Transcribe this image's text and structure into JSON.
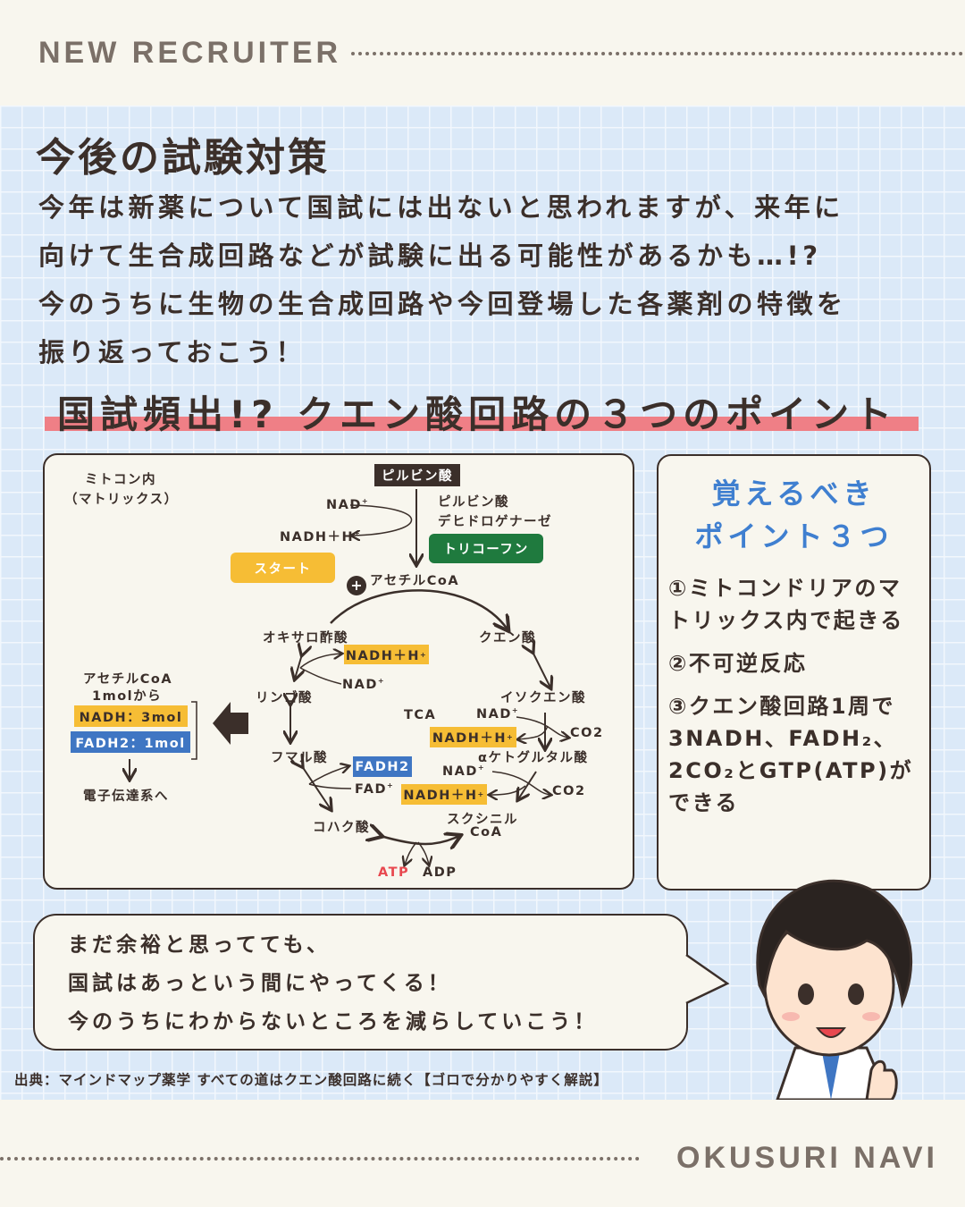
{
  "header": {
    "brand": "NEW RECRUITER"
  },
  "footer": {
    "brand": "OKUSURI NAVI"
  },
  "section": {
    "title": "今後の試験対策",
    "lines": [
      "今年は新薬について国試には出ないと思われますが、来年に",
      "向けて生合成回路などが試験に出る可能性があるかも…!?",
      "今のうちに生物の生合成回路や今回登場した各薬剤の特徴を",
      "振り返っておこう！"
    ]
  },
  "heading2": "国試頻出!? クエン酸回路の３つのポイント",
  "diagram": {
    "location1": "ミトコン内",
    "location2": "（マトリックス）",
    "pyruvate": "ピルビン酸",
    "enzyme1": "ピルビン酸",
    "enzyme2": "デヒドロゲナーゼ",
    "nad": "NAD",
    "sup_plus": "+",
    "nadh": "NADH＋H",
    "trico": "トリコーフン",
    "start": "スタート",
    "acetyl": "アセチルCoA",
    "oxalo": "オキサロ酢酸",
    "citric": "クエン酸",
    "malic": "リンゴ酸",
    "isocitric": "イソクエン酸",
    "tca": "TCA",
    "co2": "CO2",
    "akg": "αケトグルタル酸",
    "fumaric": "フマル酸",
    "fadh2": "FADH2",
    "fad": "FAD",
    "succinylcoa1": "スクシニル",
    "succinylcoa2": "CoA",
    "succinic": "コハク酸",
    "atp": "ATP",
    "adp": "ADP",
    "summary1": "アセチルCoA",
    "summary2": "1molから",
    "nadh_mol": "NADH：3mol",
    "fadh2_mol": "FADH2：1mol",
    "electron": "電子伝達系へ"
  },
  "points": {
    "title1": "覚えるべき",
    "title2": "ポイント３つ",
    "items": [
      "①ミトコンドリアのマトリックス内で起きる",
      "②不可逆反応",
      "③クエン酸回路1周で3NADH、FADH₂、2CO₂とGTP(ATP)ができる"
    ]
  },
  "bubble": {
    "lines": [
      "まだ余裕と思ってても、",
      "国試はあっという間にやってくる！",
      "今のうちにわからないところを減らしていこう！"
    ]
  },
  "source": "出典：マインドマップ薬学 すべての道はクエン酸回路に続く【ゴロで分かりやすく解説】",
  "colors": {
    "yellow": "#f6bd35",
    "blue": "#3f76c3",
    "green": "#1f7a3e",
    "red": "#ef7f86",
    "atp": "#e8484f"
  }
}
